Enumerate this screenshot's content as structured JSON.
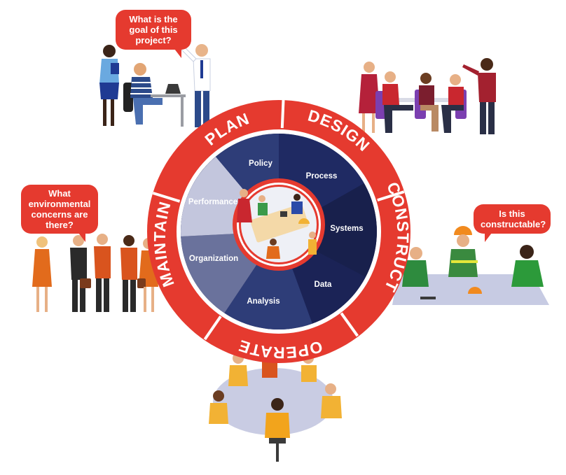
{
  "stages": {
    "plan": "PLAN",
    "design": "DESIGN",
    "construct": "CONSTRUCT",
    "operate": "OPERATE",
    "maintain": "MAINTAIN"
  },
  "topics": {
    "policy": "Policy",
    "process": "Process",
    "systems": "Systems",
    "data": "Data",
    "analysis": "Analysis",
    "organization": "Organization",
    "performance": "Performance"
  },
  "bubbles": {
    "plan": "What is the goal of this project?",
    "maintain": "What environmental concerns are there?",
    "construct": "Is this constructable?"
  },
  "colors": {
    "ring_red": "#e53a2f",
    "navy_dark": "#1b2356",
    "navy_mid": "#2e3d78",
    "slate": "#6a729c",
    "lavender": "#c3c6dd"
  }
}
